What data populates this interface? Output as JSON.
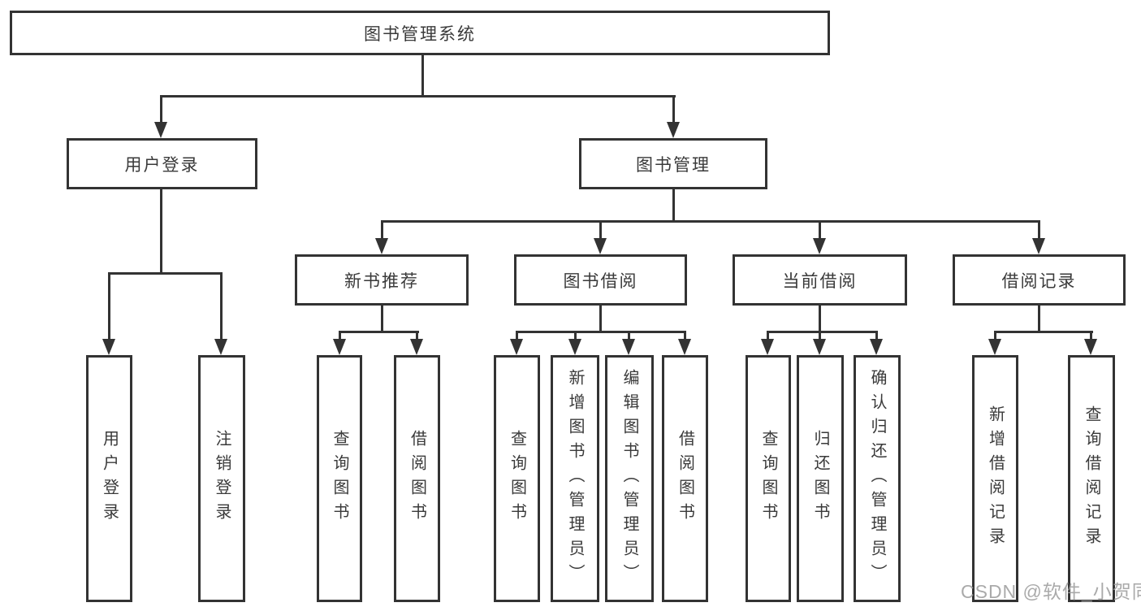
{
  "diagram": {
    "title": "图书管理系统",
    "type": "hierarchy-tree",
    "colors": {
      "background": "#ffffff",
      "line": "#333333",
      "box_border": "#333333",
      "text": "#3a3a3a",
      "watermark": "#9e9e9e"
    }
  },
  "tree": {
    "label": "图书管理系统",
    "children": [
      {
        "label": "用户登录",
        "children": [
          {
            "label": "用户登录"
          },
          {
            "label": "注销登录"
          }
        ]
      },
      {
        "label": "图书管理",
        "children": [
          {
            "label": "新书推荐",
            "children": [
              {
                "label": "查询图书"
              },
              {
                "label": "借阅图书"
              }
            ]
          },
          {
            "label": "图书借阅",
            "children": [
              {
                "label": "查询图书"
              },
              {
                "label": "新增图书（管理员）"
              },
              {
                "label": "编辑图书（管理员）"
              },
              {
                "label": "借阅图书"
              }
            ]
          },
          {
            "label": "当前借阅",
            "children": [
              {
                "label": "查询图书"
              },
              {
                "label": "归还图书"
              },
              {
                "label": "确认归还（管理员）"
              }
            ]
          },
          {
            "label": "借阅记录",
            "children": [
              {
                "label": "新增借阅记录"
              },
              {
                "label": "查询借阅记录"
              }
            ]
          }
        ]
      }
    ]
  },
  "watermark": {
    "text": "CSDN @软件_小贺同学"
  }
}
